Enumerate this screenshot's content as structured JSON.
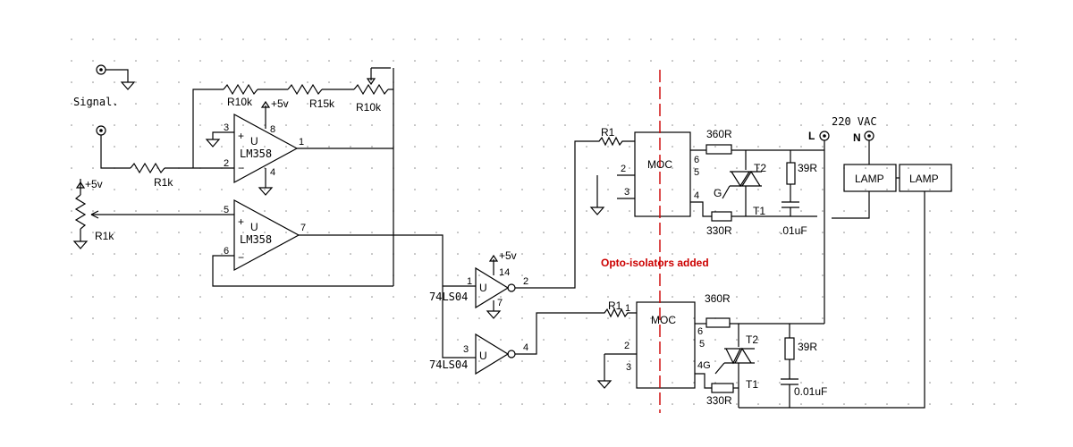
{
  "labels": {
    "signal": "Signal.",
    "r10k_a": "R10k",
    "r15k": "R15k",
    "r10k_b": "R10k",
    "r1k_in": "R1k",
    "r1k_pot": "R1k",
    "plus5_a": "+5v",
    "plus5_b": "+5v",
    "plus5_c": "+5v",
    "u": "U",
    "lm358": "LM358",
    "ls04": "74LS04",
    "moc": "MOC",
    "r1": "R1",
    "r360": "360R",
    "r330": "330R",
    "r39": "39R",
    "cap": ".01uF",
    "cap2": "0.01uF",
    "t1": "T1",
    "t2": "T2",
    "g": "G",
    "g4": "4G",
    "ac": "220 VAC",
    "l": "L",
    "n": "N",
    "lamp": "LAMP",
    "annotation": "Opto-isolators added",
    "plus": "+",
    "minus": "−",
    "p1": "1",
    "p2": "2",
    "p3": "3",
    "p4": "4",
    "p5": "5",
    "p6": "6",
    "p7": "7",
    "p8": "8",
    "p14": "14"
  },
  "colors": {
    "wire": "#000000",
    "annotation": "#cc0000",
    "divider": "#cc0000",
    "grid_dot": "#888888"
  }
}
